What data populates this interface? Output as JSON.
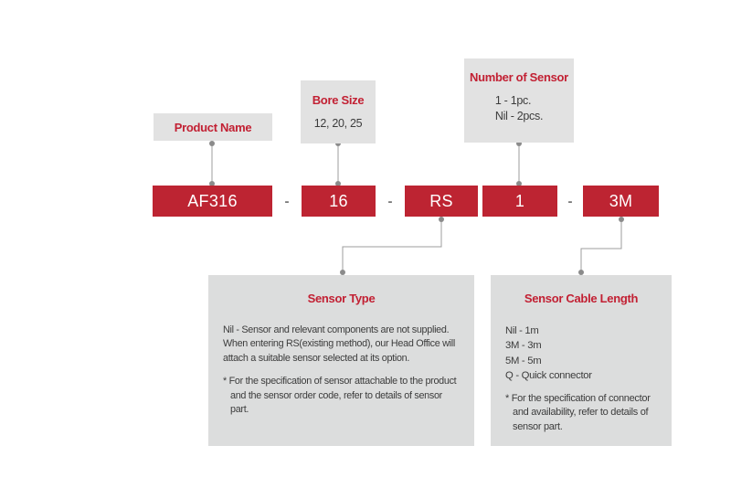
{
  "colors": {
    "box_red": "#bd2432",
    "accent_red": "#c22033",
    "label_gray": "#e2e2e2",
    "panel_gray": "#dcdddd",
    "connector_gray": "#9c9c9c",
    "dot_gray": "#8b8b8b",
    "body_text": "#3c3c3c",
    "separator_gray": "#777777",
    "code_text": "#ffffff"
  },
  "labels": {
    "product_name": {
      "title": "Product Name"
    },
    "bore_size": {
      "title": "Bore Size",
      "value": "12, 20, 25"
    },
    "number_of_sensor": {
      "title": "Number of Sensor",
      "options": [
        "1 - 1pc.",
        "Nil - 2pcs."
      ]
    }
  },
  "code": {
    "segments": [
      "AF316",
      "16",
      "RS",
      "1",
      "3M"
    ],
    "separator": "-"
  },
  "panels": {
    "sensor_type": {
      "title": "Sensor Type",
      "body": "Nil - Sensor and relevant components are not supplied. When entering RS(existing method), our Head Office will attach a suitable sensor selected at its option.",
      "note": "* For the specification of sensor attachable to the product and the sensor order code, refer to details of sensor part."
    },
    "sensor_cable_length": {
      "title": "Sensor Cable Length",
      "options": [
        "Nil - 1m",
        "3M - 3m",
        "5M - 5m",
        "Q - Quick connector"
      ],
      "note": "* For the specification of connector and availability, refer to details of sensor part."
    }
  }
}
